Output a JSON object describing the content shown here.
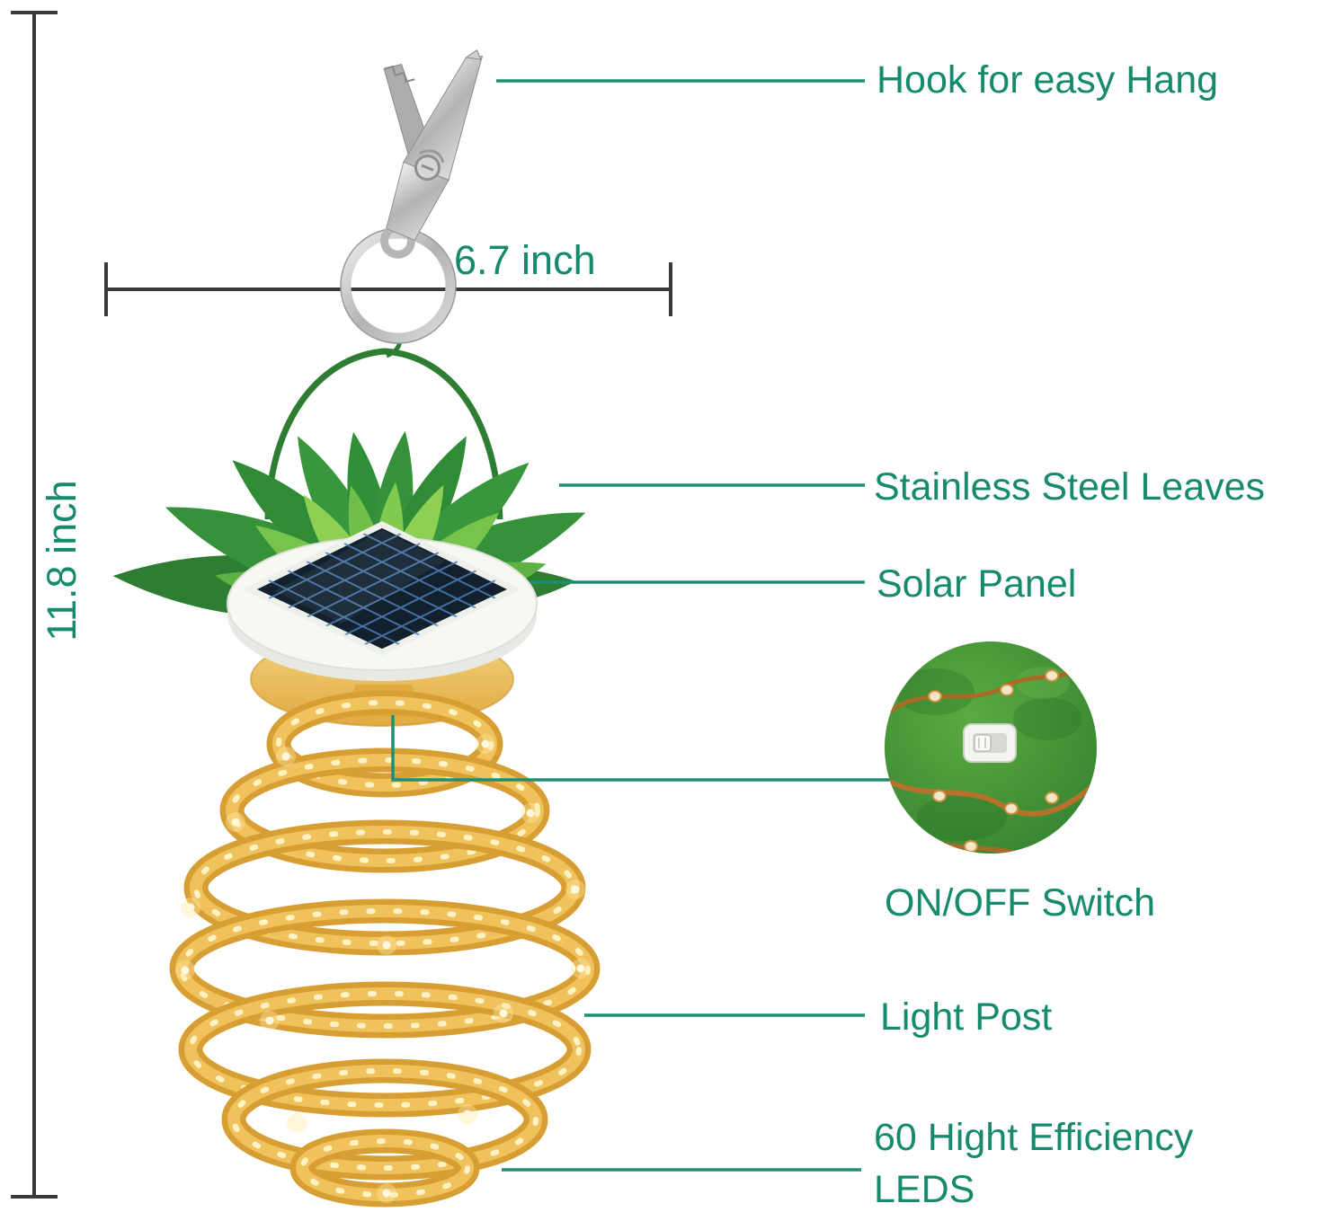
{
  "colors": {
    "label_text": "#158a6c",
    "leader_line": "#1f8f74",
    "dimension_line": "#3a3a3a",
    "led_gold": "#d79f33",
    "leaf_green": "#3f9b3c",
    "solar_panel_navy": "#13202e"
  },
  "dimensions": {
    "width_label": "6.7 inch",
    "height_label": "11.8 inch"
  },
  "annotations": {
    "hook": "Hook for easy Hang",
    "leaves": "Stainless Steel Leaves",
    "solar": "Solar Panel",
    "switch": "ON/OFF Switch",
    "light_post": "Light Post",
    "leds": "60 Hight Efficiency LEDS"
  }
}
